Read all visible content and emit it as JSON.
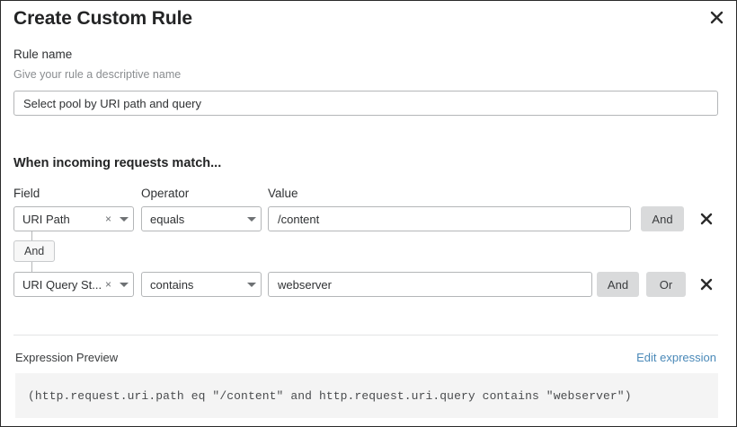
{
  "dialog": {
    "title": "Create Custom Rule",
    "close_icon": "close-icon"
  },
  "rule_name": {
    "label": "Rule name",
    "help": "Give your rule a descriptive name",
    "value": "Select pool by URI path and query",
    "placeholder": ""
  },
  "conditions": {
    "heading": "When incoming requests match...",
    "columns": {
      "field": "Field",
      "operator": "Operator",
      "value": "Value"
    },
    "connector": {
      "label": "And"
    },
    "rows": [
      {
        "field": "URI Path",
        "operator": "equals",
        "value": "/content",
        "clear_icon": "×",
        "and_label": "And",
        "or_label": "",
        "remove_icon": "close-icon"
      },
      {
        "field": "URI Query St...",
        "operator": "contains",
        "value": "webserver",
        "clear_icon": "×",
        "and_label": "And",
        "or_label": "Or",
        "remove_icon": "close-icon"
      }
    ]
  },
  "expression_preview": {
    "label": "Expression Preview",
    "edit_link": "Edit expression",
    "expression": "(http.request.uri.path eq \"/content\" and http.request.uri.query contains \"webserver\")"
  },
  "colors": {
    "link": "#4a89b8",
    "button_bg": "#d9dadb",
    "code_bg": "#f4f4f4",
    "border": "#b4b6b8"
  }
}
